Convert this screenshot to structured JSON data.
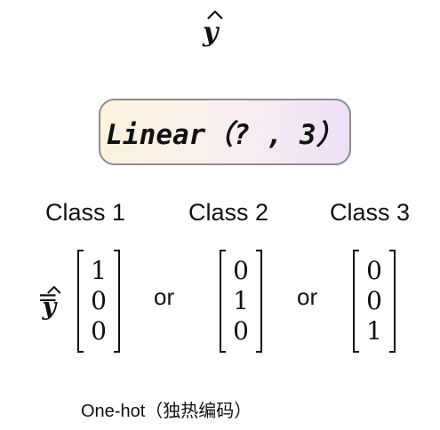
{
  "output_symbol": "y",
  "linear_layer": {
    "label": "Linear（? , 3）"
  },
  "classes": [
    {
      "label": "Class 1",
      "vector": [
        "1",
        "0",
        "0"
      ]
    },
    {
      "label": "Class 2",
      "vector": [
        "0",
        "1",
        "0"
      ]
    },
    {
      "label": "Class 3",
      "vector": [
        "0",
        "0",
        "1"
      ]
    }
  ],
  "equation": {
    "lhs": "y",
    "equals": "="
  },
  "separator": "or",
  "caption": "One-hot（独热编码）",
  "colors": {
    "box_border": "#8c8c8c",
    "box_gradient_start": "#fbf3dc",
    "box_gradient_end": "#eee0f6"
  }
}
